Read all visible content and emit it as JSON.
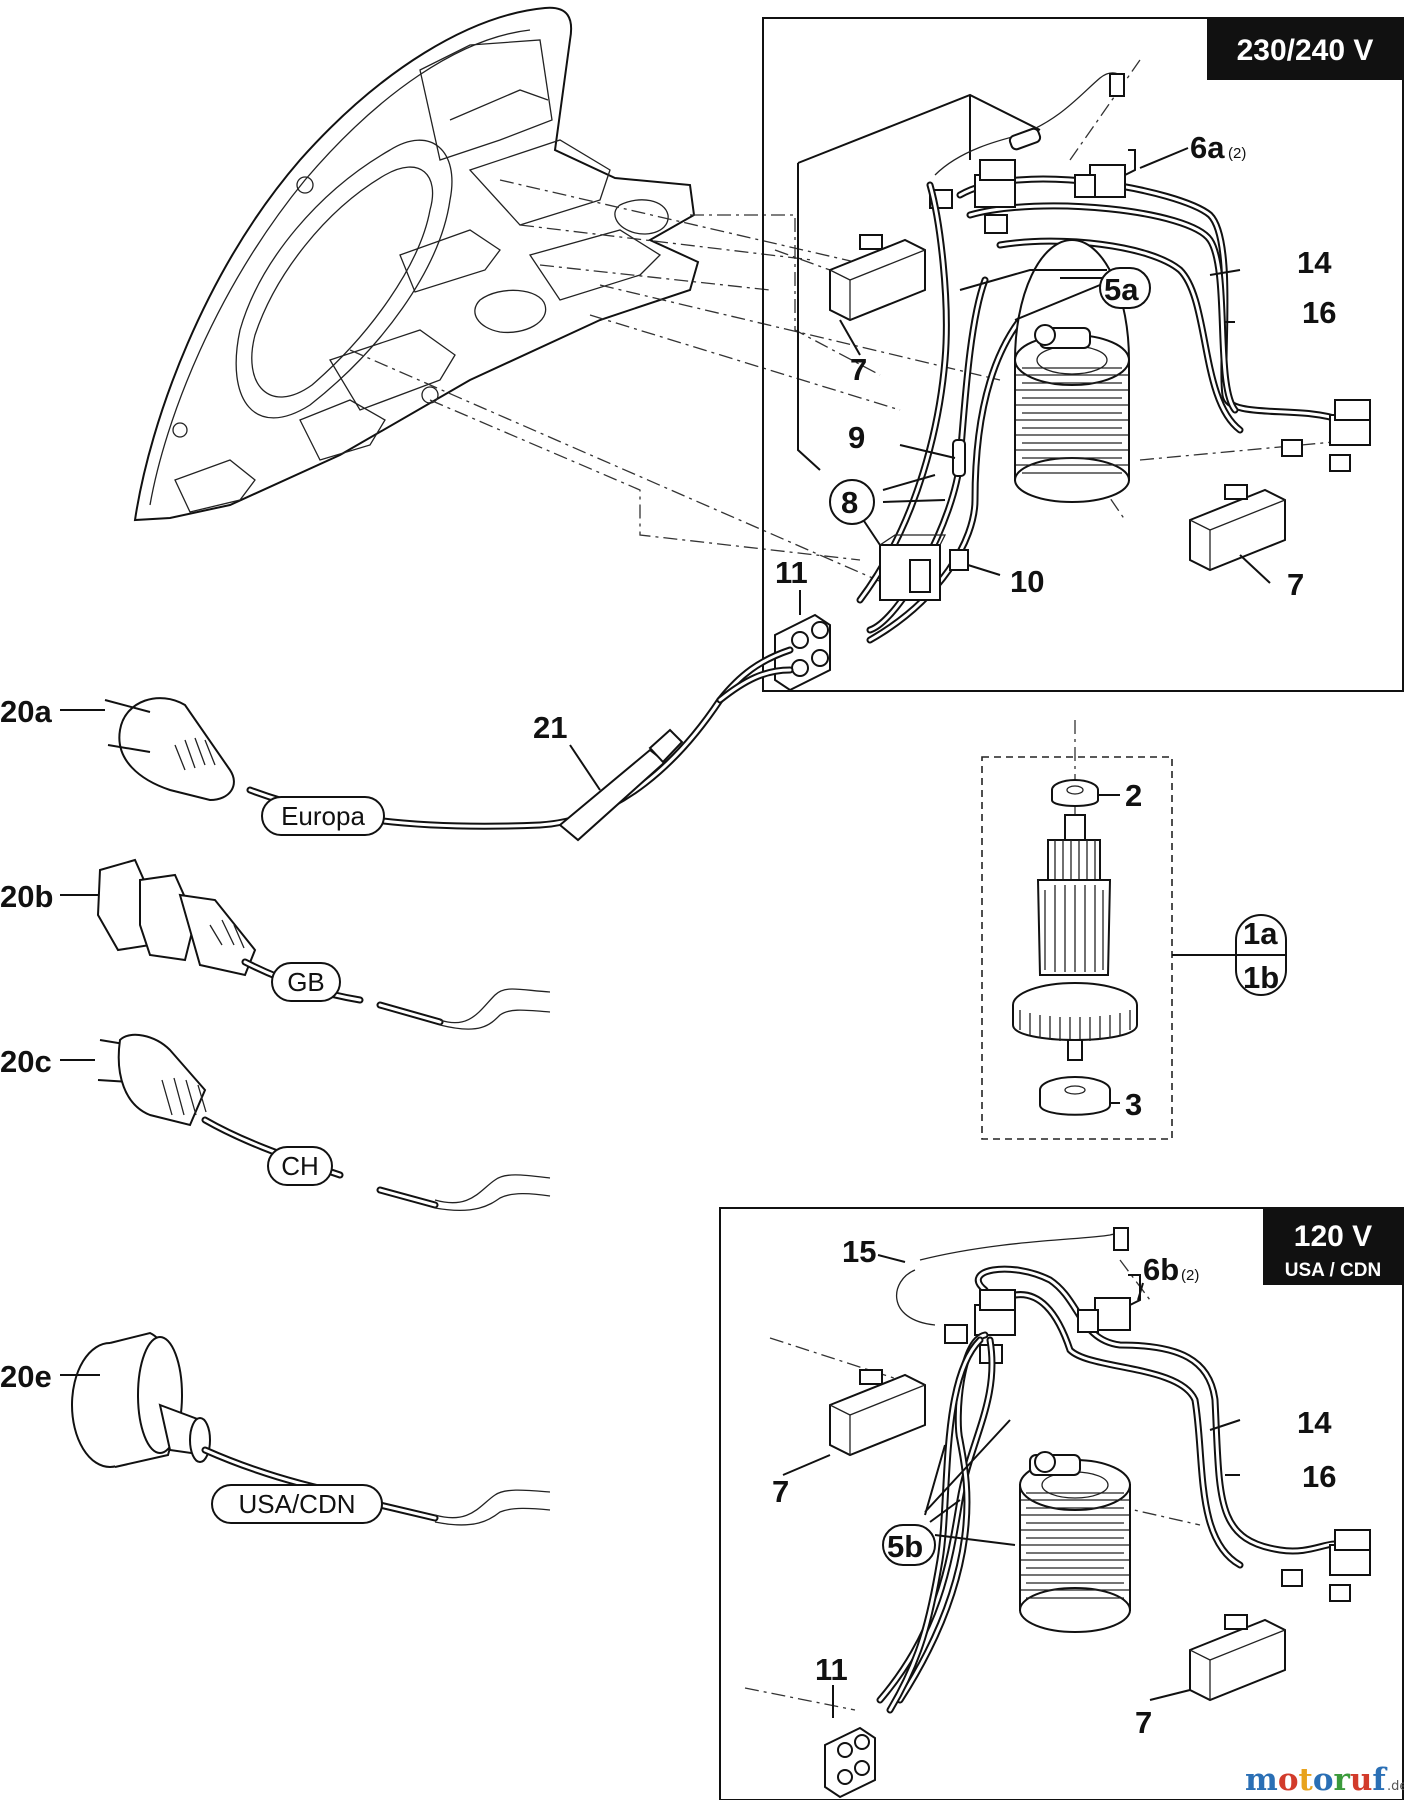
{
  "boxes": {
    "top_voltage": "230/240 V",
    "bottom_voltage": "120 V",
    "bottom_region": "USA / CDN"
  },
  "labels": {
    "p6a": "6a",
    "p6a_qty": "(2)",
    "p14_top": "14",
    "p16_top": "16",
    "p5a": "5a",
    "p7_top_left": "7",
    "p7_top_right": "7",
    "p9": "9",
    "p8": "8",
    "p10": "10",
    "p11_top": "11",
    "p20a": "20a",
    "p21": "21",
    "p2": "2",
    "p1a": "1a",
    "p1b": "1b",
    "p20b": "20b",
    "p20c": "20c",
    "p3": "3",
    "p15": "15",
    "p6b": "6b",
    "p6b_qty": "(2)",
    "p14_bottom": "14",
    "p16_bottom": "16",
    "p7_bottom_left": "7",
    "p7_bottom_right": "7",
    "p5b": "5b",
    "p20e": "20e",
    "p11_bottom": "11"
  },
  "plug_tags": {
    "europa": "Europa",
    "gb": "GB",
    "ch": "CH",
    "usa_cdn": "USA/CDN"
  },
  "watermark": {
    "brand": "motoruf",
    "suffix": ".de",
    "colors": [
      "#2a6fb5",
      "#d23b2b",
      "#e8a31c",
      "#2a6fb5",
      "#3b9a3b",
      "#d23b2b",
      "#2a6fb5"
    ]
  }
}
